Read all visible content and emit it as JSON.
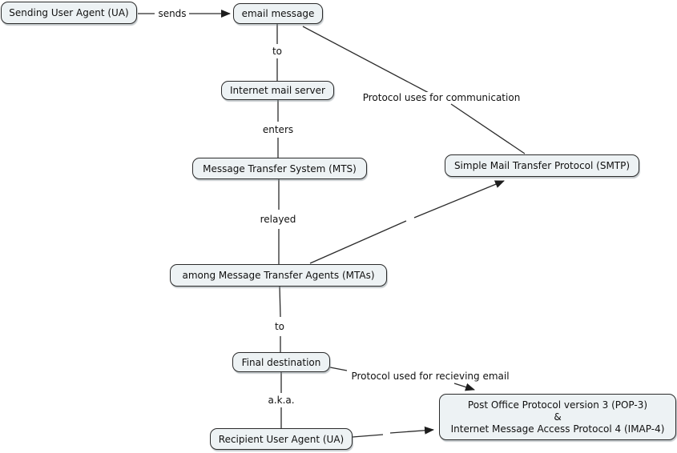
{
  "diagram": {
    "type": "concept-map",
    "topic": "email message flow and protocols",
    "colors": {
      "background": "#ffffff",
      "node_fill": "#edf2f4",
      "node_border": "#2b2b2b",
      "connector": "#2b2b2b",
      "text": "#101010"
    },
    "nodes": {
      "sending_ua": {
        "label": "Sending User Agent (UA)"
      },
      "email_message": {
        "label": "email message"
      },
      "internet_mail_server": {
        "label": "Internet mail server"
      },
      "mts": {
        "label": "Message Transfer System (MTS)"
      },
      "smtp": {
        "label": "Simple Mail Transfer Protocol (SMTP)"
      },
      "mtas": {
        "label": "among Message Transfer Agents (MTAs)"
      },
      "final_destination": {
        "label": "Final destination"
      },
      "recipient_ua": {
        "label": "Recipient User Agent (UA)"
      },
      "pop_imap": {
        "lines": [
          "Post Office Protocol version 3 (POP-3)",
          "&",
          "Internet Message Access Protocol 4 (IMAP-4)"
        ]
      }
    },
    "link_labels": {
      "sends": "sends",
      "to_server": "to",
      "enters": "enters",
      "relayed": "relayed",
      "uses_smtp": "Protocol uses for communication",
      "to_destination": "to",
      "receiving": "Protocol used for recieving email",
      "aka": "a.k.a."
    },
    "edges": [
      "Sending User Agent (UA) -sends-> email message",
      "email message -to-> Internet mail server",
      "email message -Protocol uses for communication-> Simple Mail Transfer Protocol (SMTP)",
      "Internet mail server -enters-> Message Transfer System (MTS)",
      "Message Transfer System (MTS) -relayed-> among Message Transfer Agents (MTAs)",
      "among Message Transfer Agents (MTAs) --> Simple Mail Transfer Protocol (SMTP)",
      "among Message Transfer Agents (MTAs) -to-> Final destination",
      "Final destination -Protocol used for recieving email-> POP-3 & IMAP-4",
      "Final destination -a.k.a.-> Recipient User Agent (UA)",
      "Recipient User Agent (UA) --> POP-3 & IMAP-4"
    ]
  }
}
